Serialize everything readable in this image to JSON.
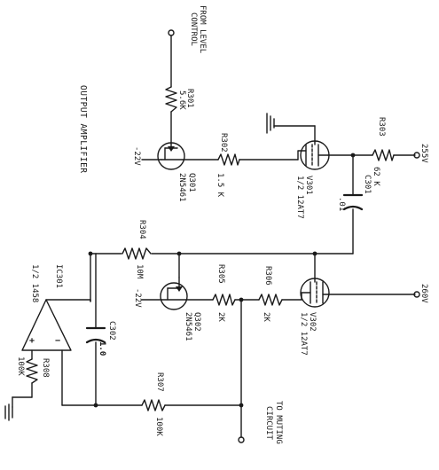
{
  "title": "OUTPUT AMPLIFIER",
  "input_label_line1": "FROM LEVEL",
  "input_label_line2": "CONTROL",
  "output_label_line1": "TO MUTING",
  "output_label_line2": "CIRCUIT",
  "r301": {
    "ref": "R301",
    "value": "5.6K"
  },
  "r302": {
    "ref": "R302",
    "value": "1.5 K"
  },
  "r303": {
    "ref": "R303",
    "value": "62 K"
  },
  "r304": {
    "ref": "R304",
    "value": "10M"
  },
  "r305": {
    "ref": "R305",
    "value": "2K"
  },
  "r306": {
    "ref": "R306",
    "value": "2K"
  },
  "r307": {
    "ref": "R307",
    "value": "100K"
  },
  "r308": {
    "ref": "R308",
    "value": "100K"
  },
  "c301": {
    "ref": "C301",
    "value": ".01"
  },
  "c302": {
    "ref": "C302",
    "value": "1.0"
  },
  "q301": {
    "ref": "Q301",
    "part": "2N5461",
    "supply": "-22V"
  },
  "q302": {
    "ref": "Q302",
    "part": "2N5461",
    "supply": "-22V"
  },
  "v301": {
    "ref": "V301",
    "part": "1/2 12AT7",
    "supply": "255V"
  },
  "v302": {
    "ref": "V302",
    "part": "1/2 12AT7",
    "supply": "260V"
  },
  "ic301": {
    "ref": "IC301",
    "part": "1/2 1458",
    "plus": "+",
    "minus": "−"
  }
}
